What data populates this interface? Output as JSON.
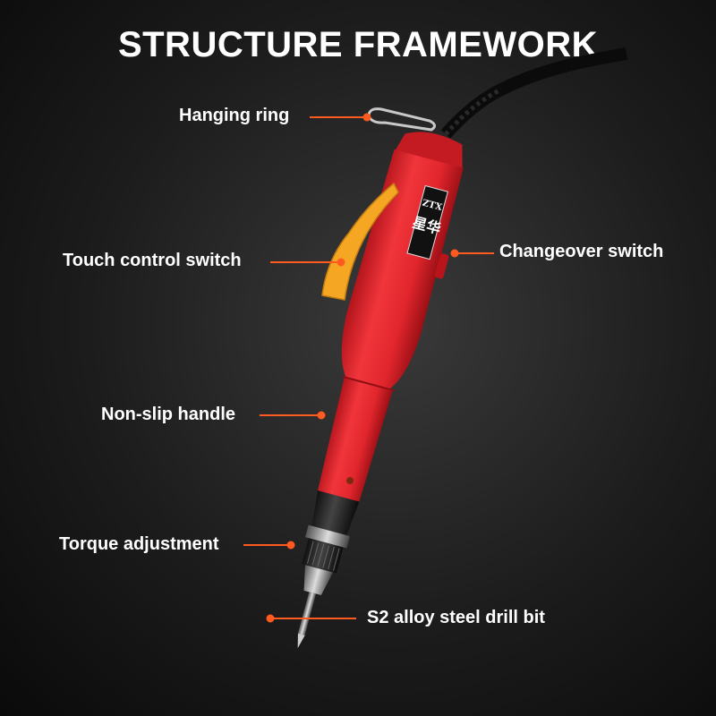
{
  "title": "STRUCTURE FRAMEWORK",
  "labels": {
    "hanging_ring": "Hanging ring",
    "touch_control_switch": "Touch control switch",
    "changeover_switch": "Changeover switch",
    "non_slip_handle": "Non-slip handle",
    "torque_adjustment": "Torque adjustment",
    "s2_bit": "S2 alloy steel drill bit"
  },
  "brand": {
    "latin": "ZTX",
    "chinese": "星华"
  },
  "colors": {
    "body_red": "#e8242c",
    "trigger_yellow": "#f5a623",
    "leader_orange": "#ff5a1f"
  }
}
